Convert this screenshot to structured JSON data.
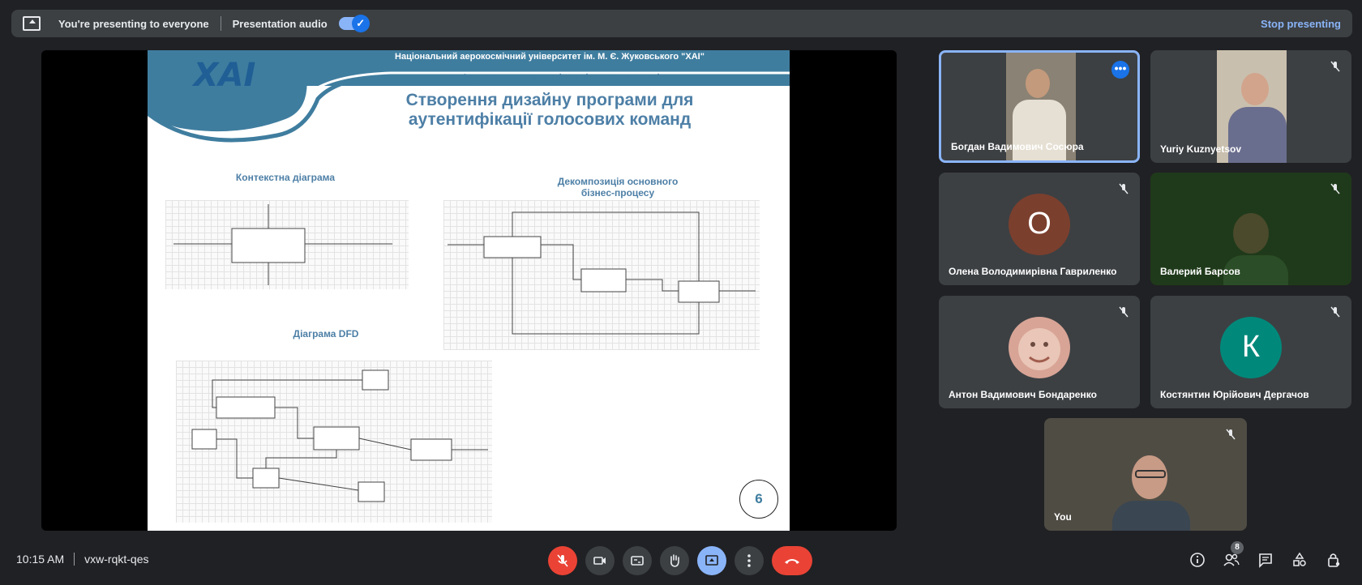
{
  "topbar": {
    "presenting_text": "You're presenting to everyone",
    "audio_label": "Presentation audio",
    "stop_label": "Stop presenting"
  },
  "slide": {
    "university": "Національний аерокосмічний університет ім. М. Є. Жуковського \"ХАІ\"",
    "department": "Кафедра Систем управління літальних апаратів",
    "logo_text": "ХАІ",
    "title_line1": "Створення дизайну програми для",
    "title_line2": "аутентифікації голосових команд",
    "context_label": "Контекстна діаграма",
    "decomp_label_line1": "Декомпозиція основного",
    "decomp_label_line2": "бізнес-процесу",
    "dfd_label": "Діаграма DFD",
    "page_number": "6"
  },
  "participants": [
    {
      "name": "Богдан Вадимович Сосюра",
      "active": true
    },
    {
      "name": "Yuriy Kuznyetsov"
    },
    {
      "name": "Олена Володимирівна Гавриленко",
      "initial": "О",
      "color": "#7b3f2e"
    },
    {
      "name": "Валерий Барсов"
    },
    {
      "name": "Антон Вадимович Бондаренко"
    },
    {
      "name": "Костянтин Юрійович Дергачов",
      "initial": "К",
      "color": "#00897b"
    },
    {
      "name": "You"
    }
  ],
  "bottombar": {
    "time": "10:15 AM",
    "meeting_code": "vxw-rqkt-qes",
    "people_count": "8"
  },
  "colors": {
    "accent": "#8ab4f8",
    "danger": "#ea4335",
    "surface": "#3c4043"
  }
}
